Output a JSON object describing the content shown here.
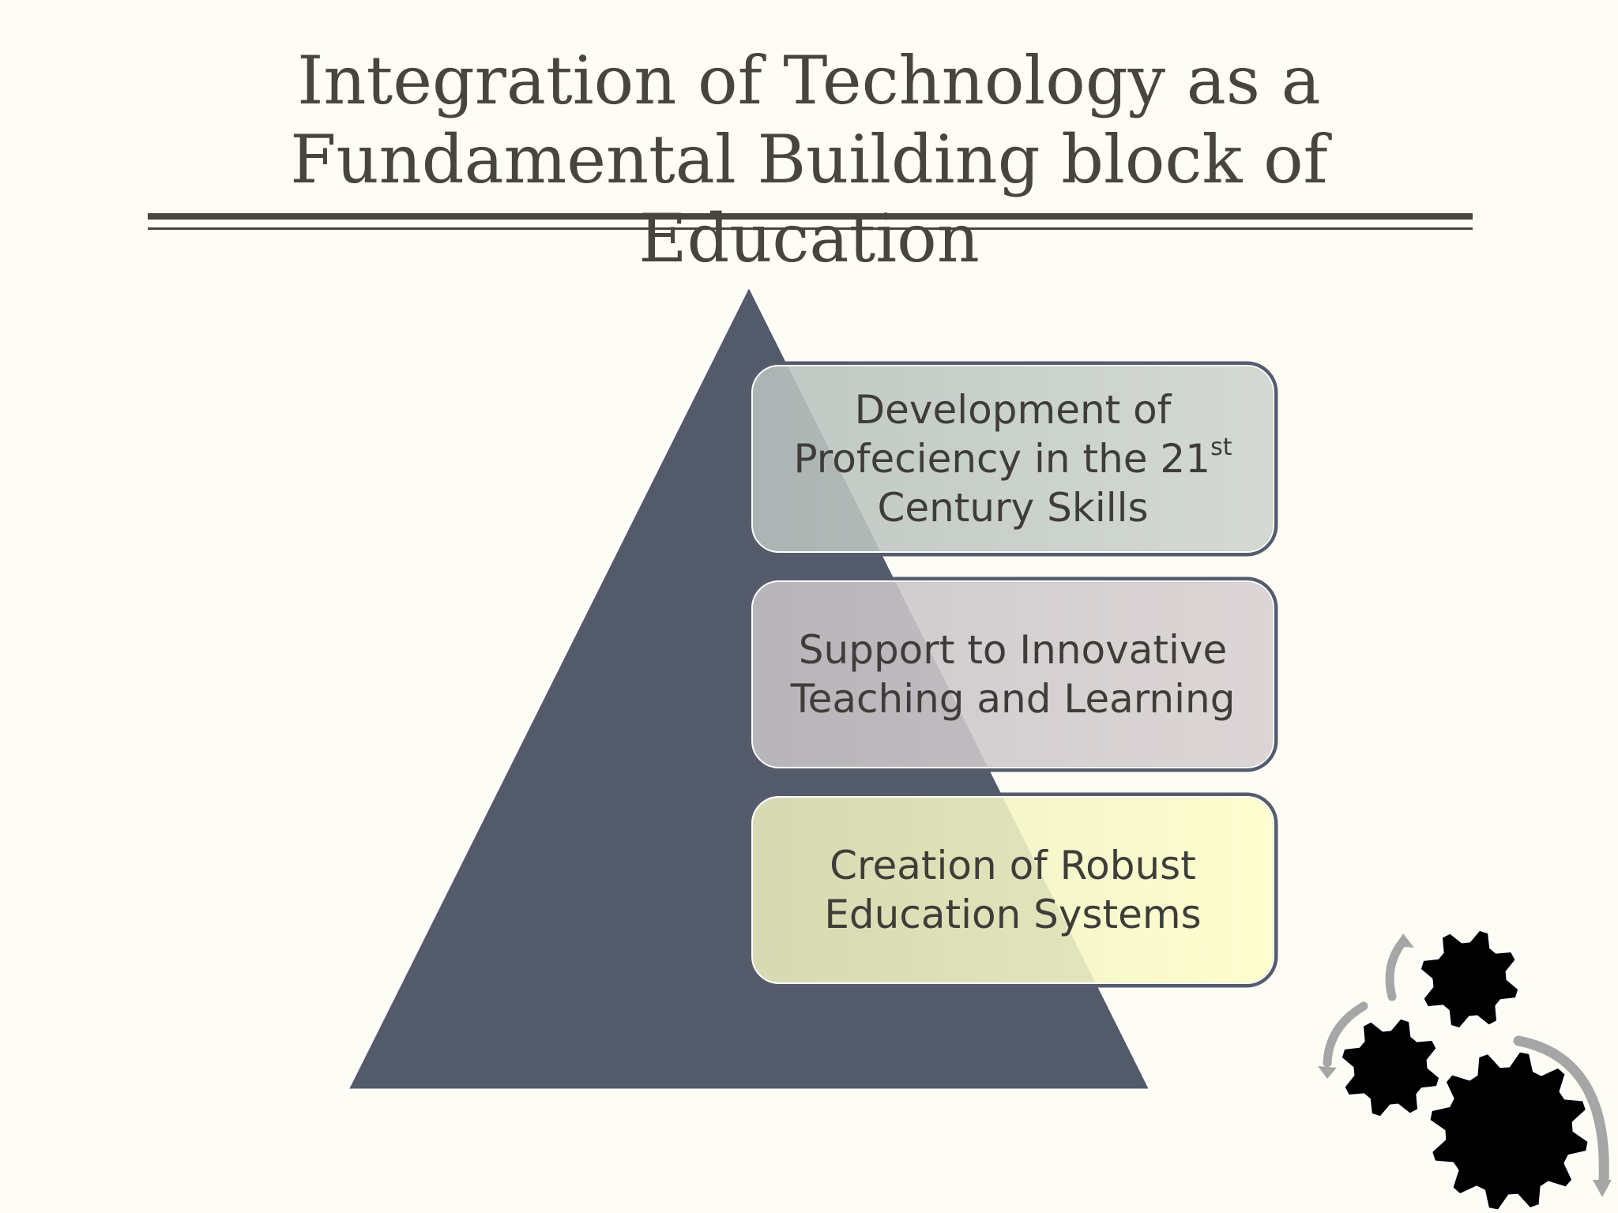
{
  "slide": {
    "title_line1": "Integration of Technology as a",
    "title_line2": "Fundamental Building block of Education"
  },
  "pyramid": {
    "levels": [
      {
        "text_main": "Development of Profeciency in the 21",
        "text_sup": "st",
        "text_tail": " Century Skills",
        "fill": "#c7ccc6"
      },
      {
        "text_main": "Support to Innovative Teaching and Learning",
        "fill": "#d5ced0"
      },
      {
        "text_main": "Creation of Robust Education Systems",
        "fill": "#fcfcc8"
      }
    ],
    "triangle_color": "#535a6a"
  },
  "colors": {
    "background": "#fdfdf6",
    "title": "#48453c",
    "box_border": "#565c6c"
  },
  "decoration": {
    "icon": "gears-icon"
  }
}
